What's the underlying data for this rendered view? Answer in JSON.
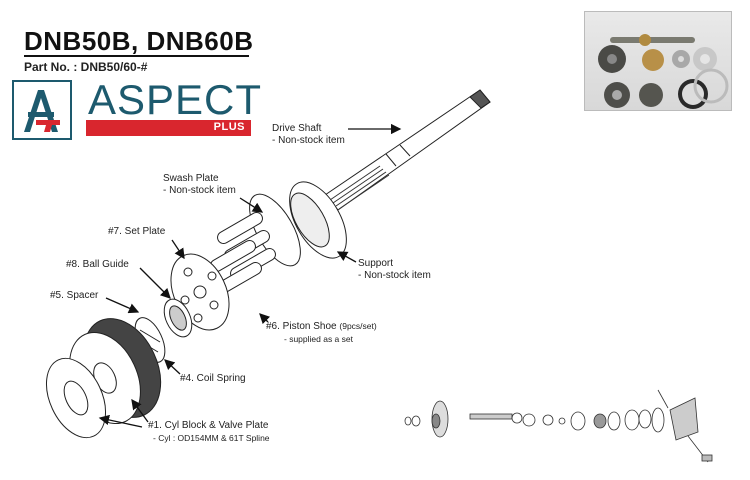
{
  "header": {
    "title": "DNB50B, DNB60B",
    "part_no": "Part No. : DNB50/60-#"
  },
  "logo": {
    "name": "ASPECT",
    "tagline": "PLUS",
    "colors": {
      "primary": "#1d5a6e",
      "accent": "#d9262e"
    }
  },
  "photo": {
    "description": "parts-kit-photo"
  },
  "labels": {
    "drive_shaft": {
      "name": "Drive Shaft",
      "note": "- Non-stock item"
    },
    "swash_plate": {
      "name": "Swash Plate",
      "note": "- Non-stock item"
    },
    "support": {
      "name": "Support",
      "note": "- Non-stock item"
    },
    "set_plate": {
      "name": "#7. Set Plate"
    },
    "ball_guide": {
      "name": "#8. Ball Guide"
    },
    "spacer": {
      "name": "#5. Spacer"
    },
    "piston_shoe": {
      "name": "#6. Piston Shoe",
      "qty": "(9pcs/set)",
      "note": "- supplied as a set"
    },
    "coil_spring": {
      "name": "#4. Coil Spring"
    },
    "cyl_block": {
      "name": "#1. Cyl Block & Valve Plate",
      "note": "- Cyl : OD154MM & 61T Spline"
    }
  }
}
